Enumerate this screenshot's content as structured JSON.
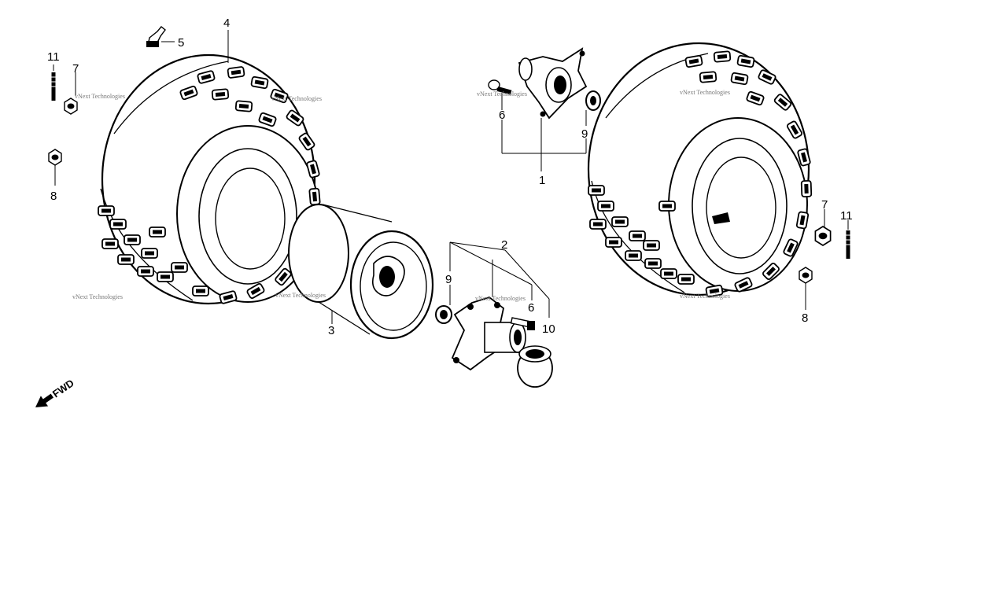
{
  "callouts": {
    "c1": "1",
    "c2": "2",
    "c3": "3",
    "c4": "4",
    "c5": "5",
    "c6a": "6",
    "c6b": "6",
    "c7a": "7",
    "c7b": "7",
    "c8a": "8",
    "c8b": "8",
    "c9a": "9",
    "c9b": "9",
    "c10": "10",
    "c11a": "11",
    "c11b": "11"
  },
  "direction_label": "FWD",
  "watermark": "vNext Technologies"
}
